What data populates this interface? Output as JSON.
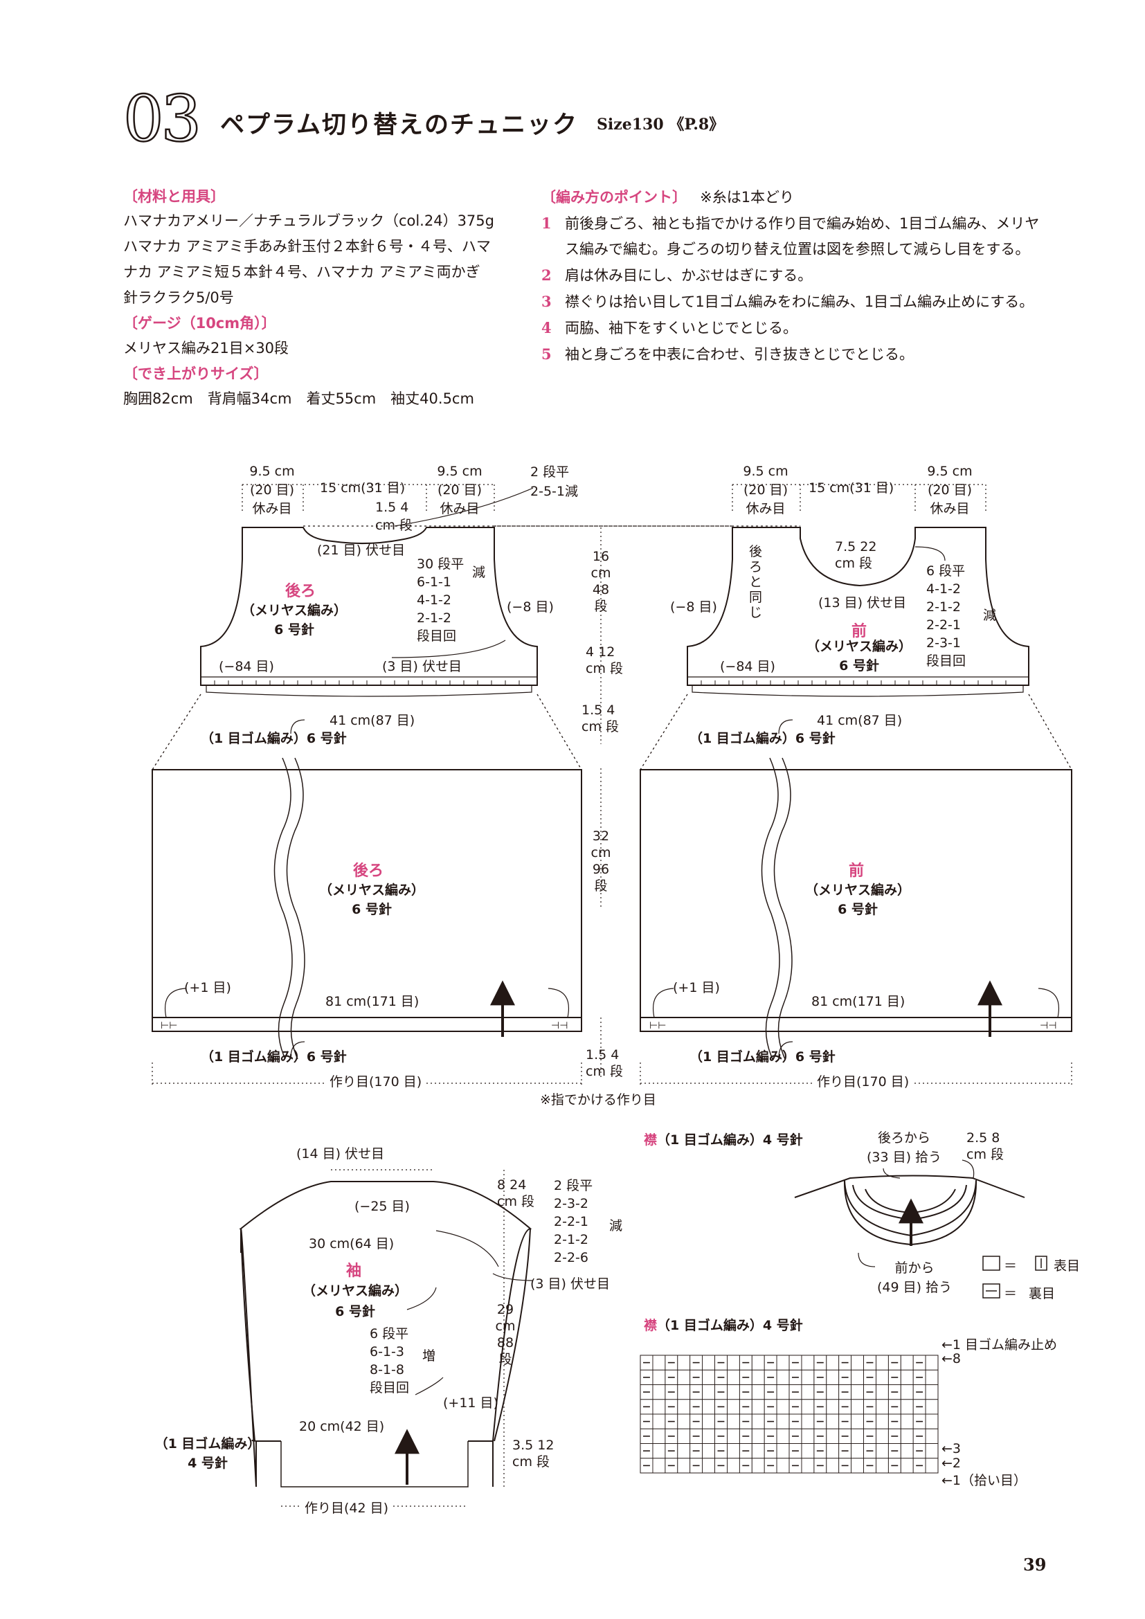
{
  "header": {
    "number": "03",
    "title": "ペプラム切り替えのチュニック",
    "size": "Size130 《P.8》"
  },
  "materials": {
    "heading": "〔材料と用具〕",
    "lines": [
      "ハマナカアメリー／ナチュラルブラック（col.24）375g",
      "ハマナカ アミアミ手あみ針玉付２本針６号・４号、ハマ",
      "ナカ アミアミ短５本針４号、ハマナカ アミアミ両かぎ",
      "針ラクラク5/0号"
    ],
    "gauge_heading": "〔ゲージ（10cm角）〕",
    "gauge": "メリヤス編み21目×30段",
    "size_heading": "〔でき上がりサイズ〕",
    "size": "胸囲82cm　背肩幅34cm　着丈55cm　袖丈40.5cm"
  },
  "points": {
    "heading": "〔編み方のポイント〕",
    "note": "※糸は1本どり",
    "steps": [
      {
        "n": "1",
        "text": "前後身ごろ、袖とも指でかける作り目で編み始め、1目ゴム編み、メリヤ"
      },
      {
        "n": "",
        "text": "ス編みで編む。身ごろの切り替え位置は図を参照して減らし目をする。"
      },
      {
        "n": "2",
        "text": "肩は休み目にし、かぶせはぎにする。"
      },
      {
        "n": "3",
        "text": "襟ぐりは拾い目して1目ゴム編みをわに編み、1目ゴム編み止めにする。"
      },
      {
        "n": "4",
        "text": "両脇、袖下をすくいとじでとじる。"
      },
      {
        "n": "5",
        "text": "袖と身ごろを中表に合わせ、引き抜きとじでとじる。"
      }
    ]
  },
  "upper": {
    "cm95": "9.5 cm",
    "st20": "(20 目)",
    "rest": "休み目",
    "mid15": "15 cm(31 目)",
    "neck_cm": "1.5",
    "neck_cmu": "cm",
    "neck_rows_num": "4",
    "neck_rows_unit": "段",
    "neck_rule1": "2 段平",
    "neck_rule2": "2-5-1減",
    "bind21": "(21 目) 伏せ目",
    "back": "後ろ",
    "stockinette": "（メリヤス編み）",
    "needle6": "6 号針",
    "arm_rules": [
      "30 段平",
      "6-1-1",
      "4-1-2",
      "2-1-2",
      "段目回"
    ],
    "dec": "減",
    "minus8": "(−8 目)",
    "minus84": "(−84 目)",
    "bind3": "(3 目) 伏せ目",
    "w41": "41 cm(87 目)",
    "rib6": "（1 目ゴム編み）6 号針",
    "h16_cm": "16",
    "h16_unit": "cm",
    "h16_rows": "48",
    "h16_rowu": "段",
    "h4_cm": "4",
    "h4_cmu": "cm",
    "h4_rows": "12",
    "h4_rowu": "段",
    "r15_cm": "1.5",
    "r15_cmu": "cm",
    "r15_rows": "4",
    "r15_rowu": "段",
    "same_as_back": "後ろと同じ",
    "front_neck_cm": "7.5",
    "front_neck_cmu": "cm",
    "front_neck_rows": "22",
    "front_neck_rowu": "段",
    "bind13": "(13 目) 伏せ目",
    "front": "前",
    "front_rules": [
      "6 段平",
      "4-1-2",
      "2-1-2",
      "2-2-1",
      "2-3-1",
      "段目回"
    ]
  },
  "lower": {
    "back": "後ろ",
    "front": "前",
    "stockinette": "（メリヤス編み）",
    "needle6": "6 号針",
    "plus1": "(+1 目)",
    "w81": "81 cm(171 目)",
    "rib6": "（1 目ゴム編み）6 号針",
    "cast_on": "作り目(170 目)",
    "h32_cm": "32",
    "h32_unit": "cm",
    "h32_rows": "96",
    "h32_rowu": "段",
    "r15_cm": "1.5",
    "r15_cmu": "cm",
    "r15_rows": "4",
    "r15_rowu": "段",
    "note": "※指でかける作り目",
    "rib_mark_left": "⊢⊢",
    "rib_mark_right": "⊣⊣"
  },
  "sleeve": {
    "bind14": "(14 目) 伏せ目",
    "cap_cm": "8",
    "cap_cmu": "cm",
    "cap_rows": "24",
    "cap_rowu": "段",
    "minus25": "(−25 目)",
    "rules": [
      "2 段平",
      "2-3-2",
      "2-2-1",
      "2-1-2",
      "2-2-6"
    ],
    "dec": "減",
    "w30": "30 cm(64 目)",
    "bind3": "(3 目) 伏せ目",
    "title": "袖",
    "stockinette": "（メリヤス編み）",
    "needle6": "6 号針",
    "inc_rules": [
      "6 段平",
      "6-1-3",
      "8-1-8",
      "段目回"
    ],
    "inc": "増",
    "h29_cm": "29",
    "h29_unit": "cm",
    "h29_rows": "88",
    "h29_rowu": "段",
    "plus11": "(+11 目)",
    "w20": "20 cm(42 目)",
    "rib4_a": "（1 目ゴム編み）",
    "rib4_b": "4 号針",
    "h35_cm": "3.5",
    "h35_cmu": "cm",
    "h35_rows": "12",
    "h35_rowu": "段",
    "cast_on": "作り目(42 目)"
  },
  "collar": {
    "title_pink": "襟",
    "title_rest": "（1 目ゴム編み）4 号針",
    "back_pick": "後ろから",
    "back_pick2": "(33 目) 拾う",
    "h_cm": "2.5",
    "h_cmu": "cm",
    "h_rows": "8",
    "h_rowu": "段",
    "front_pick": "前から",
    "front_pick2": "(49 目) 拾う",
    "legend_knit": "表目",
    "legend_purl": "裏目",
    "eq": "＝"
  },
  "chart": {
    "title_pink": "襟",
    "title_rest": "（1 目ゴム編み）4 号針",
    "bindoff": "←1 目ゴム編み止め",
    "row8": "←8",
    "row3": "←3",
    "row2": "←2",
    "row1": "←1（拾い目）"
  },
  "page_number": "39"
}
